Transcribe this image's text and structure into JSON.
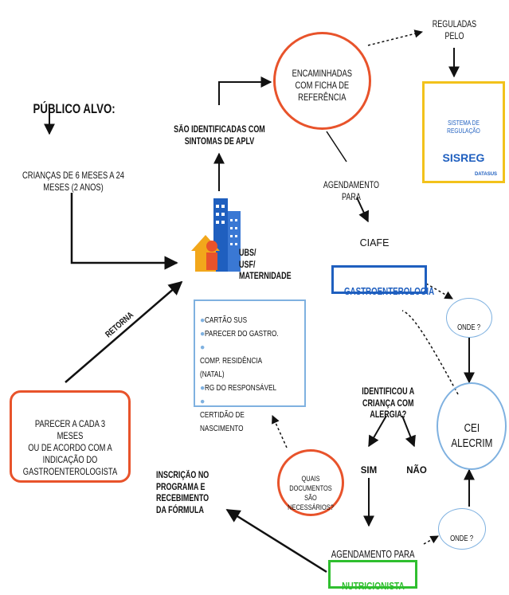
{
  "publico_alvo": "PÚBLICO ALVO:",
  "criancas": "CRIANÇAS DE 6 MESES A 24\nMESES (2 ANOS)",
  "sao_identificadas": "SÃO IDENTIFICADAS COM\nSINTOMAS DE APLV",
  "encaminhadas": "ENCAMINHADAS\nCOM FICHA DE\nREFERÊNCIA",
  "reguladas": "REGULADAS\nPELO",
  "sistema_regulacao": "SISTEMA DE REGULAÇÃO",
  "sisreg": "SISREG",
  "datasus": "DATASUS",
  "agendamento_para": "AGENDAMENTO\nPARA",
  "ciafe": "CIAFE",
  "gastroenterologia": "GASTROENTEROLOGIA",
  "ubs": "UBS/\nUSF/\nMATERNIDADE",
  "documentos": [
    "CARTÃO SUS",
    "PARECER DO GASTRO.",
    "COMP. RESIDÊNCIA (NATAL)",
    "RG DO RESPONSÁVEL",
    "CERTIDÃO DE NASCIMENTO"
  ],
  "onde_1": "ONDE ?",
  "onde_2": "ONDE ?",
  "identificou": "IDENTIFICOU A\nCRIANÇA COM\nALERGIA?",
  "sim": "SIM",
  "nao": "NÃO",
  "cei_alecrim": "CEI\nALECRIM",
  "retorna": "RETORNA",
  "parecer": "PARECER A CADA 3 MESES\nOU DE ACORDO COM A\nINDICAÇÃO DO\nGASTROENTEROLOGISTA",
  "inscricao": "INSCRIÇÃO NO\nPROGRAMA E\nRECEBIMENTO\nDA FÓRMULA",
  "quais_documentos": "QUAIS\nDOCUMENTOS SÃO\nNECESSÁRIOS?",
  "agendamento_nutri": "AGENDAMENTO PARA",
  "nutricionista": "NUTRICIONISTA",
  "colors": {
    "orange_red": "#e8532b",
    "blue": "#1f5fbf",
    "light_blue": "#7fb1e0",
    "gold": "#f2c21b",
    "green": "#2fbf2f",
    "sisreg_blue": "#1f5fbf"
  }
}
